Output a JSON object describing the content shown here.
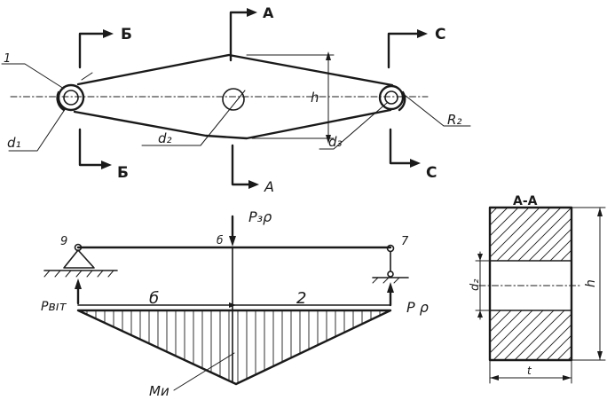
{
  "labels": {
    "section_a_top": "A",
    "section_a_bottom": "A",
    "section_b_top": "Б",
    "section_b_bottom": "Б",
    "section_c_top": "C",
    "section_c_bottom": "C",
    "d1": "d₁",
    "d2": "d₂",
    "d3": "d₃",
    "r2": "R₂",
    "h": "h",
    "mark_1": "1",
    "p_zr": "P₃ρ",
    "point_9": "9",
    "point_7": "7",
    "point_6": "б",
    "span_b": "б",
    "span_2": "2",
    "p_vit": "Pвıт",
    "p_r": "P ρ",
    "m_i": "Mи",
    "section_title": "A-A",
    "sec_d2": "d₂",
    "sec_h": "h",
    "sec_t": "t"
  },
  "colors": {
    "ink": "#1a1a1a",
    "paper": "#ffffff"
  }
}
